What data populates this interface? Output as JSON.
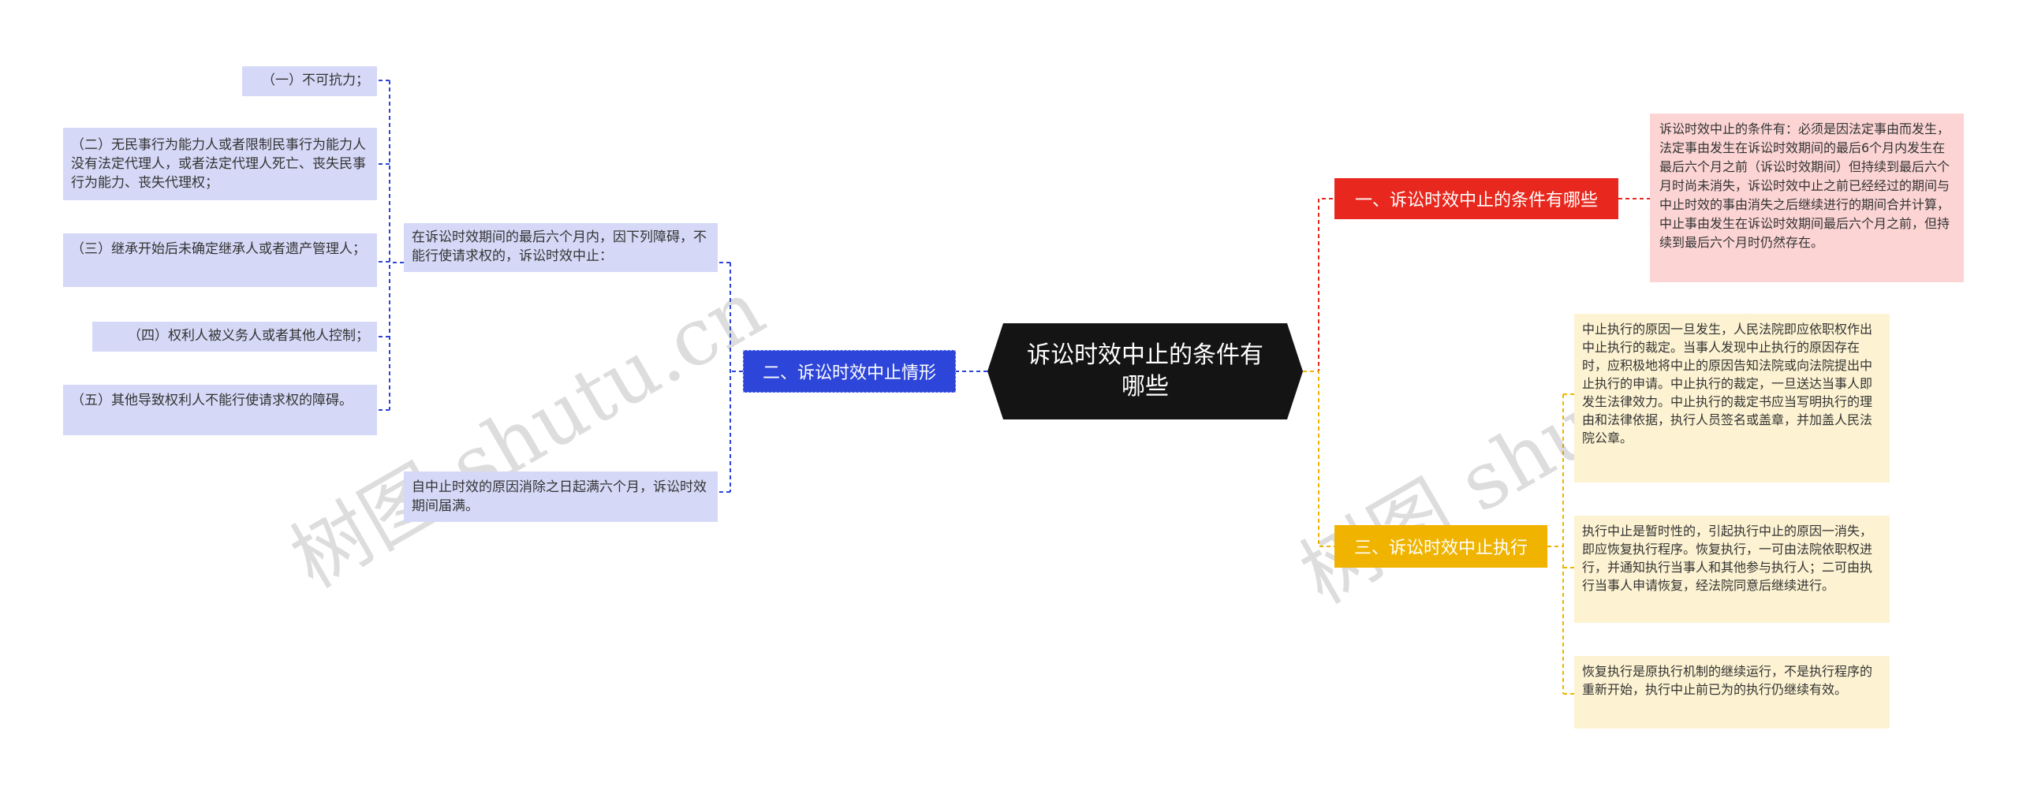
{
  "root": "诉讼时效中止的条件有哪些",
  "branches": {
    "b1": "一、诉讼时效中止的条件有哪些",
    "b2": "二、诉讼时效中止情形",
    "b3": "三、诉讼时效中止执行"
  },
  "b1_leaf": "诉讼时效中止的条件有：必须是因法定事由而发生，法定事由发生在诉讼时效期间的最后6个月内发生在最后六个月之前（诉讼时效期间）但持续到最后六个月时尚未消失，诉讼时效中止之前已经经过的期间与中止时效的事由消失之后继续进行的期间合并计算，中止事由发生在诉讼时效期间最后六个月之前，但持续到最后六个月时仍然存在。",
  "b2_children": {
    "c1": "在诉讼时效期间的最后六个月内，因下列障碍，不能行使请求权的，诉讼时效中止：",
    "c2": "自中止时效的原因消除之日起满六个月，诉讼时效期间届满。"
  },
  "c1_leaves": [
    "（一）不可抗力；",
    "（二）无民事行为能力人或者限制民事行为能力人没有法定代理人，或者法定代理人死亡、丧失民事行为能力、丧失代理权；",
    "（三）继承开始后未确定继承人或者遗产管理人；",
    "（四）权利人被义务人或者其他人控制；",
    "（五）其他导致权利人不能行使请求权的障碍。"
  ],
  "b3_leaves": [
    "中止执行的原因一旦发生，人民法院即应依职权作出中止执行的裁定。当事人发现中止执行的原因存在时，应积极地将中止的原因告知法院或向法院提出中止执行的申请。中止执行的裁定，一旦送达当事人即发生法律效力。中止执行的裁定书应当写明执行的理由和法律依据，执行人员签名或盖章，并加盖人民法院公章。",
    "执行中止是暂时性的，引起执行中止的原因一消失，即应恢复执行程序。恢复执行，一可由法院依职权进行，并通知执行当事人和其他参与执行人；二可由执行当事人申请恢复，经法院同意后继续进行。",
    "恢复执行是原执行机制的继续运行，不是执行程序的重新开始，执行中止前已为的执行仍继续有效。"
  ],
  "watermarks": [
    "树图 shutu.cn",
    "树图 shutu.cn"
  ],
  "colors": {
    "red": "#e8281e",
    "blue": "#2d45d8",
    "yellow": "#f0b400",
    "root": "#141414",
    "leaf_blue": "#d5d9f7",
    "leaf_red": "#fcd4d4",
    "leaf_yellow": "#fdf3d2"
  }
}
